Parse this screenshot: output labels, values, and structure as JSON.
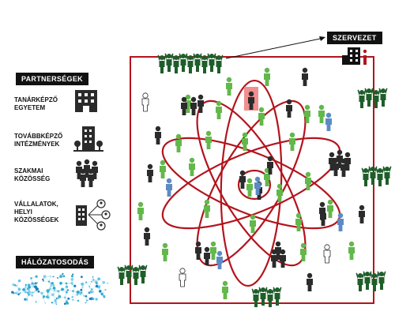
{
  "partners_title": "PARTNERSÉGEK",
  "organization_label": "SZERVEZET",
  "network_label": "HÁLÓZATOSODÁS",
  "legend": [
    {
      "label": "TANÁRKÉPZŐ EGYETEM",
      "icon": "university-building-icon"
    },
    {
      "label": "TOVÁBBKÉPZŐ INTÉZMÉNYEK",
      "icon": "training-institution-icon"
    },
    {
      "label": "SZAKMAI KÖZÖSSÉG",
      "icon": "professional-community-icon"
    },
    {
      "label": "VÁLLALATOK, HELYI KÖZÖSSÉGEK",
      "icon": "companies-network-icon"
    }
  ],
  "colors": {
    "frame": "#b3141d",
    "green": "#62b84a",
    "dark_green": "#1f5e2a",
    "black": "#2b2b2b",
    "blue": "#5b8bc4",
    "highlight": "#f08f8f",
    "ink": "#111111"
  }
}
